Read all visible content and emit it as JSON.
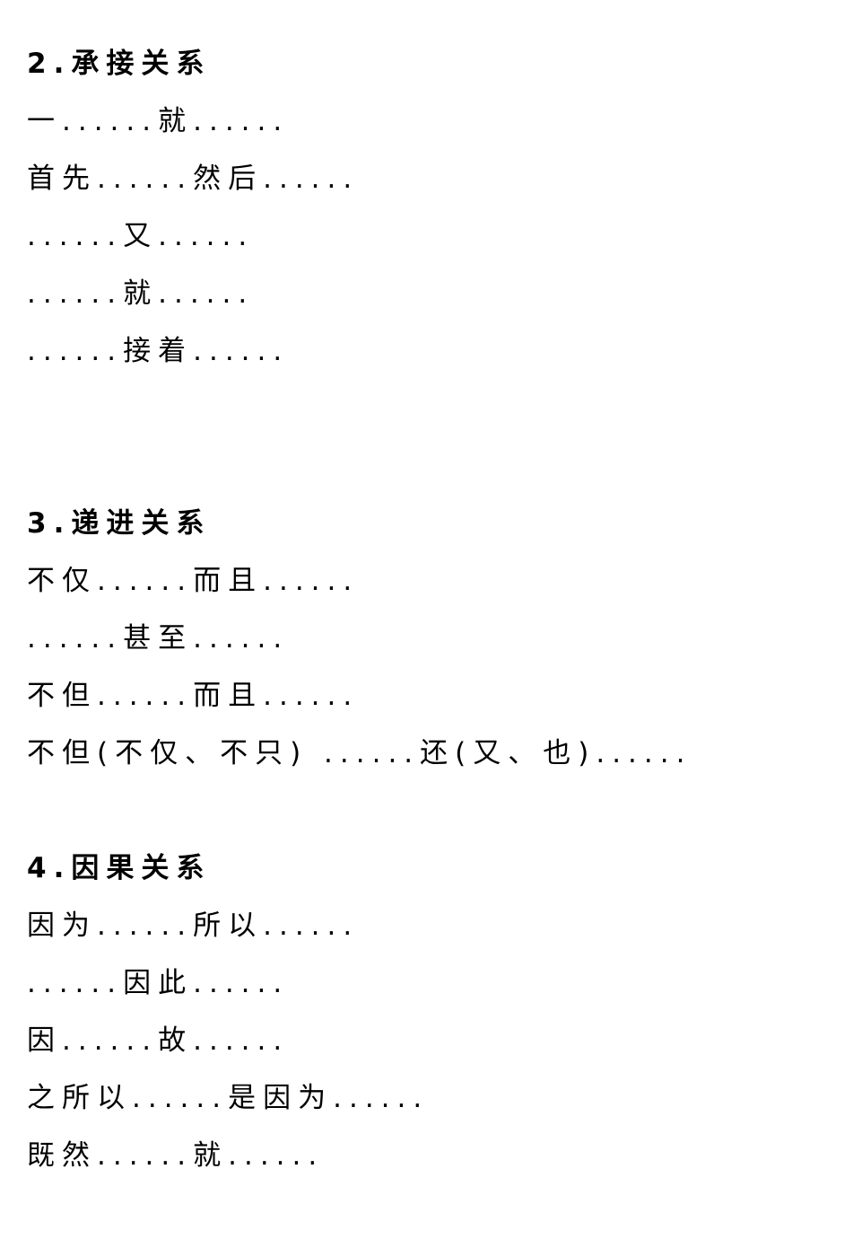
{
  "sections": [
    {
      "heading": "2.承接关系",
      "items": [
        "一......就......",
        "首先......然后......",
        "......又......",
        "......就......",
        "......接着......"
      ]
    },
    {
      "heading": "3.递进关系",
      "items": [
        "不仅......而且......",
        "......甚至......",
        "不但......而且......",
        "不但(不仅、不只) ......还(又、也)......"
      ]
    },
    {
      "heading": "4.因果关系",
      "items": [
        "因为......所以......",
        "......因此......",
        "因......故......",
        "之所以......是因为......",
        "既然......就......"
      ]
    }
  ]
}
